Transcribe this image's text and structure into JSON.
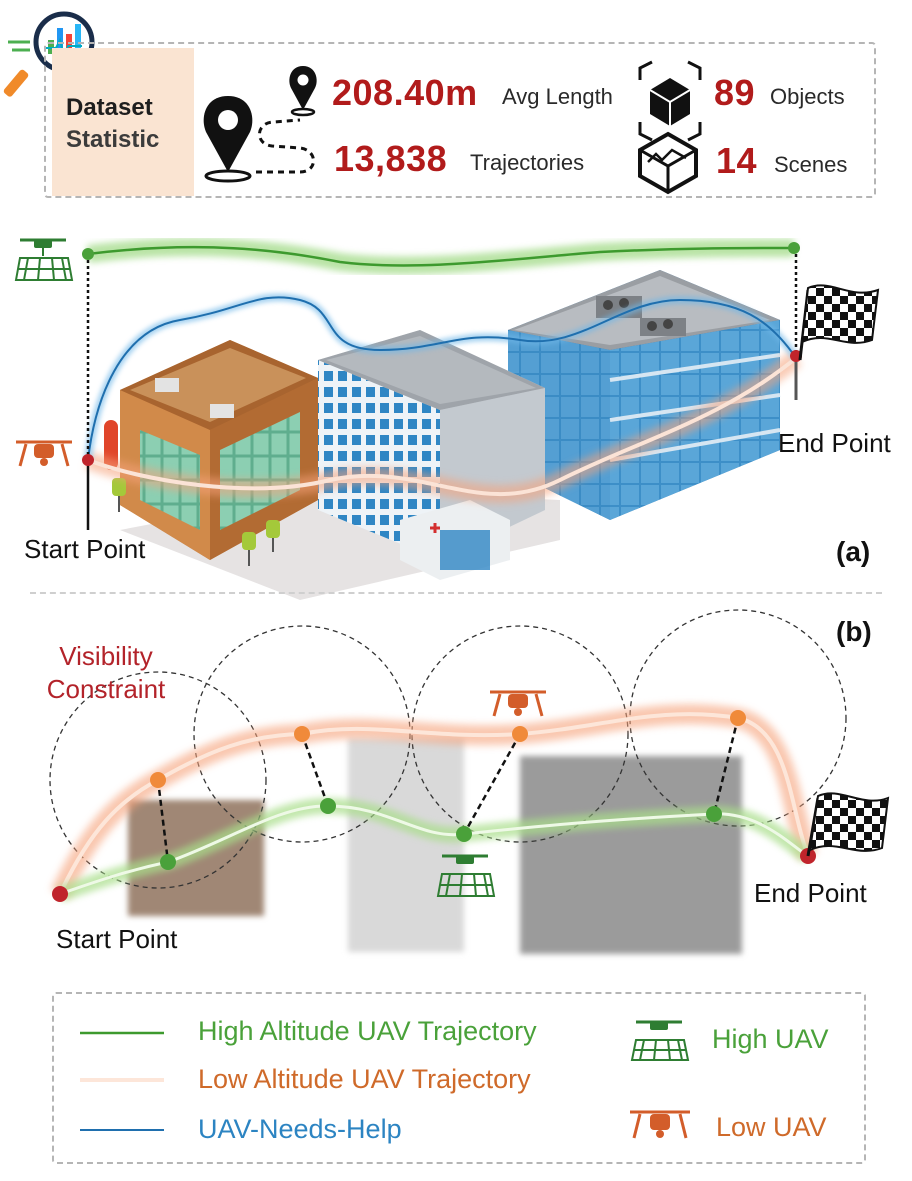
{
  "statistics": {
    "title_line1": "Dataset",
    "title_line2": "Statistic",
    "avg_length_value": "208.40m",
    "avg_length_label": "Avg Length",
    "trajectories_value": "13,838",
    "trajectories_label": "Trajectories",
    "objects_value": "89",
    "objects_label": "Objects",
    "scenes_value": "14",
    "scenes_label": "Scenes"
  },
  "panel_a": {
    "label": "(a)",
    "start_label": "Start Point",
    "end_label": "End Point"
  },
  "panel_b": {
    "label": "(b)",
    "visibility_line1": "Visibility",
    "visibility_line2": "Constraint",
    "start_label": "Start Point",
    "end_label": "End Point"
  },
  "legend": {
    "high_traj": "High Altitude UAV Trajectory",
    "low_traj": "Low Altitude UAV Trajectory",
    "needs_help": "UAV-Needs-Help",
    "high_uav": "High UAV",
    "low_uav": "Low UAV"
  },
  "colors": {
    "high_trajectory": "#4aa13a",
    "low_trajectory": "#f08a55",
    "needs_help": "#2c84c2",
    "highlight_number": "#b11b1b",
    "point_red": "#c0242b"
  }
}
